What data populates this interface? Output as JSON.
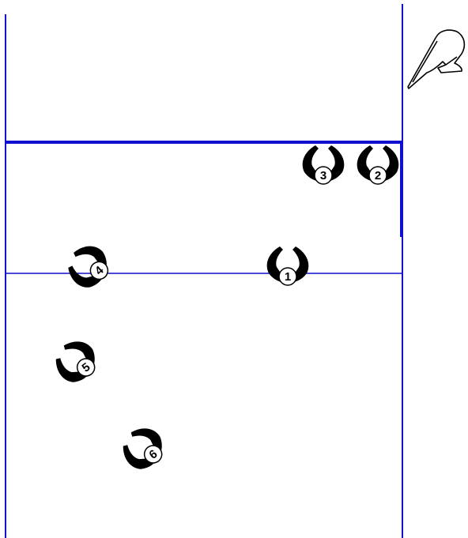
{
  "colors": {
    "court_line": "#1010d0",
    "player_fill": "#000000",
    "number_circle": "#ffffff",
    "number_text": "#000000"
  },
  "players": [
    {
      "number": "1",
      "pose": "facing-net"
    },
    {
      "number": "2",
      "pose": "facing-net"
    },
    {
      "number": "3",
      "pose": "facing-net"
    },
    {
      "number": "4",
      "pose": "turned-left"
    },
    {
      "number": "5",
      "pose": "turned-left"
    },
    {
      "number": "6",
      "pose": "turned-left"
    }
  ],
  "server_icon": "hand-serve-icon"
}
